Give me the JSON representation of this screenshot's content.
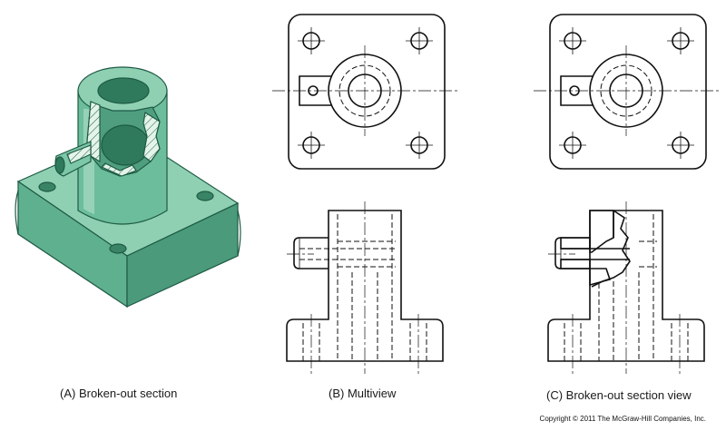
{
  "captions": {
    "a": "(A) Broken-out section",
    "b": "(B) Multiview",
    "c": "(C) Broken-out section view"
  },
  "copyright": "Copyright © 2011 The McGraw-Hill Companies, Inc.",
  "colors": {
    "iso_fill": "#6fbf9f",
    "iso_light": "#a8dcc4",
    "iso_dark": "#3f8f70",
    "iso_edge": "#1e5a44",
    "line": "#111111",
    "section_fill": "#ffffff"
  }
}
